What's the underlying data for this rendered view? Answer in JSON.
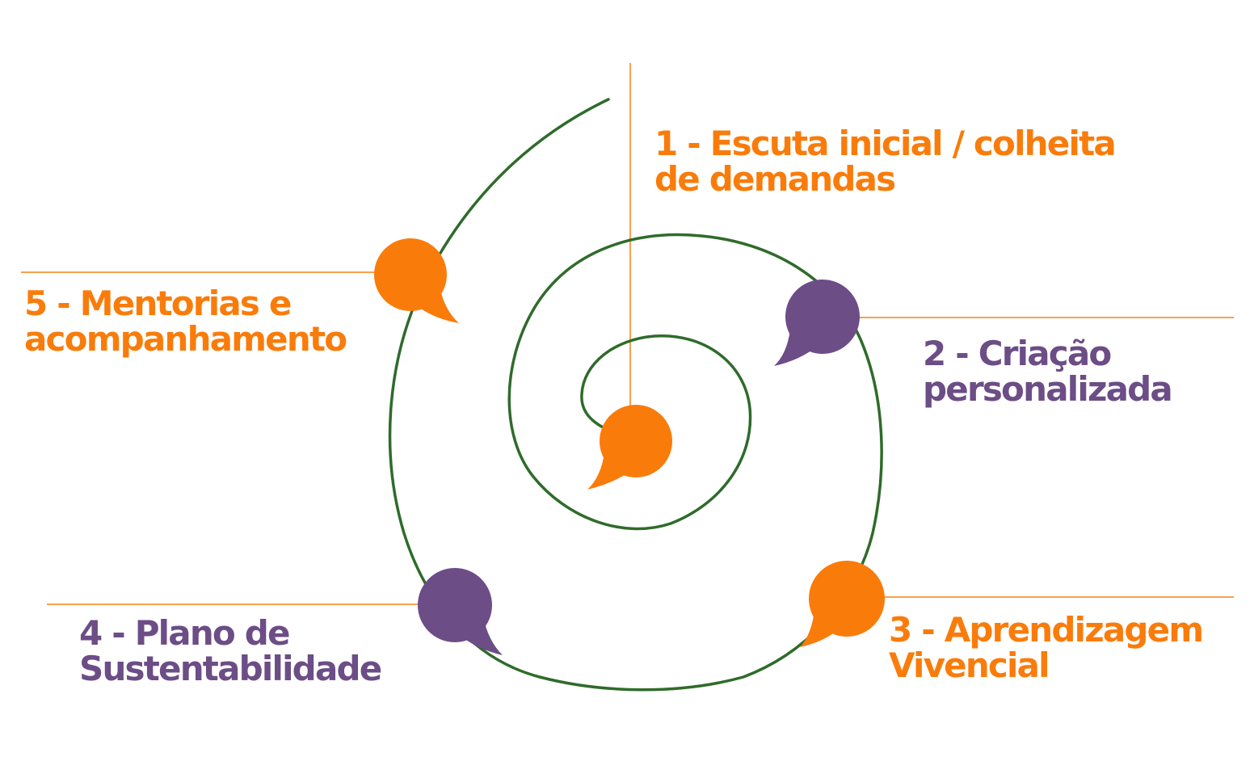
{
  "colors": {
    "orange": "#F97C0B",
    "purple": "#6C4D86",
    "spiral_green": "#2F6B2B",
    "leader_line_orange": "#F9A04F",
    "background": "#FFFFFF"
  },
  "steps": [
    {
      "line1": "1 - Escuta inicial / colheita",
      "line2": "de demandas",
      "color": "orange",
      "icon": "speech-bubble-icon"
    },
    {
      "line1": "2 - Criação",
      "line2": "personalizada",
      "color": "purple",
      "icon": "speech-bubble-icon"
    },
    {
      "line1": "3 - Aprendizagem",
      "line2": "Vivencial",
      "color": "orange",
      "icon": "speech-bubble-icon"
    },
    {
      "line1": "4 - Plano de",
      "line2": "Sustentabilidade",
      "color": "purple",
      "icon": "speech-bubble-icon"
    },
    {
      "line1": "5 - Mentorias e",
      "line2": "acompanhamento",
      "color": "orange",
      "icon": "speech-bubble-icon"
    }
  ]
}
